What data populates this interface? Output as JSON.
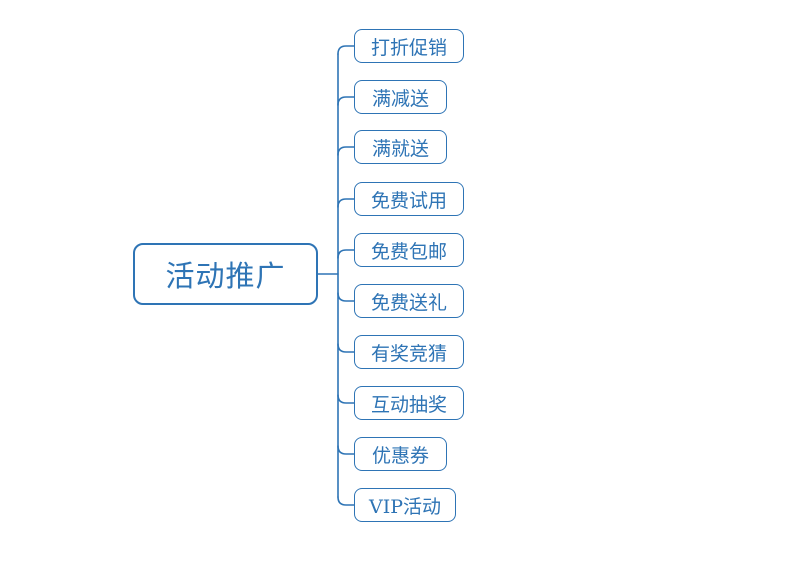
{
  "colors": {
    "accent": "#2E74B5",
    "background": "#FFFFFF"
  },
  "diagram": {
    "type": "mindmap",
    "root": {
      "label": "活动推广"
    },
    "children": [
      {
        "label": "打折促销"
      },
      {
        "label": "满减送"
      },
      {
        "label": "满就送"
      },
      {
        "label": "免费试用"
      },
      {
        "label": "免费包邮"
      },
      {
        "label": "免费送礼"
      },
      {
        "label": "有奖竞猜"
      },
      {
        "label": "互动抽奖"
      },
      {
        "label": "优惠券"
      },
      {
        "label": "VIP活动"
      }
    ]
  }
}
